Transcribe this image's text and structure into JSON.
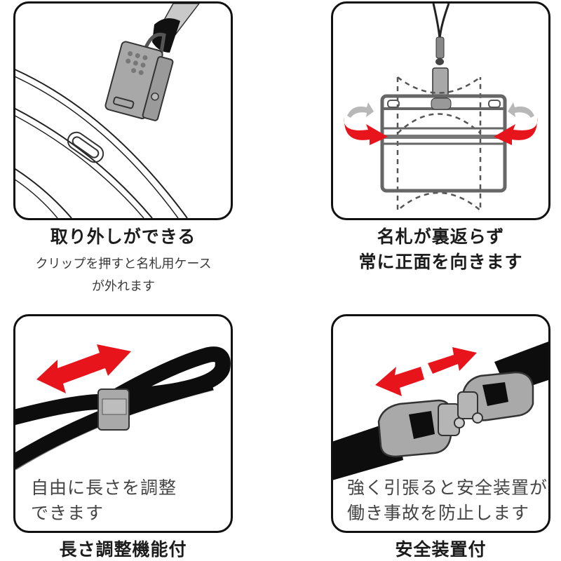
{
  "features": [
    {
      "id": "detachable",
      "title": "取り外しができる",
      "description_lines": [
        "クリップを押すと名札用ケース",
        "が外れます"
      ],
      "illustration": "clip-detaching-from-badge-case"
    },
    {
      "id": "no-flip",
      "title_lines": [
        "名札が裏返らず",
        "常に正面を向きます"
      ],
      "illustration": "badge-case-rotation-prevented"
    },
    {
      "id": "length-adjust",
      "title": "長さ調整機能付",
      "inner_text_lines": [
        "自由に長さを調整",
        "できます"
      ],
      "illustration": "strap-slider-adjust"
    },
    {
      "id": "safety-breakaway",
      "title": "安全装置付",
      "inner_text_lines": [
        "強く引張ると安全装置が",
        "働き事故を防止します"
      ],
      "illustration": "breakaway-buckle"
    }
  ],
  "colors": {
    "border": "#111111",
    "arrow_red": "#e8141b",
    "arrow_gray": "#b8b8b8",
    "metal": "#a9a9a9",
    "strap": "#0d0d0d"
  }
}
